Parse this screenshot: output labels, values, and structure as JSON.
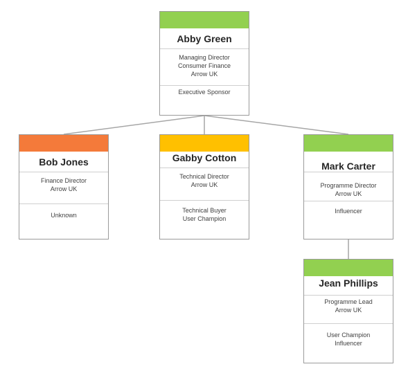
{
  "colors": {
    "green": "#92d050",
    "orange": "#f47a3a",
    "amber": "#ffc000",
    "line": "#a6a6a6"
  },
  "people": {
    "abby": {
      "name": "Abby Green",
      "role": [
        "Managing Director",
        "Consumer Finance",
        "Arrow UK"
      ],
      "status": [
        "Executive Sponsor"
      ]
    },
    "bob": {
      "name": "Bob Jones",
      "role": [
        "Finance Director",
        "Arrow UK"
      ],
      "status": [
        "Unknown"
      ]
    },
    "gabby": {
      "name": "Gabby Cotton",
      "role": [
        "Technical Director",
        "Arrow UK"
      ],
      "status": [
        "Technical Buyer",
        "User Champion"
      ]
    },
    "mark": {
      "name": "Mark Carter",
      "role": [
        "Programme Director",
        "Arrow UK"
      ],
      "status": [
        "Influencer"
      ]
    },
    "jean": {
      "name": "Jean Phillips",
      "role": [
        "Programme Lead",
        "Arrow UK"
      ],
      "status": [
        "User Champion",
        "Influencer"
      ]
    }
  }
}
